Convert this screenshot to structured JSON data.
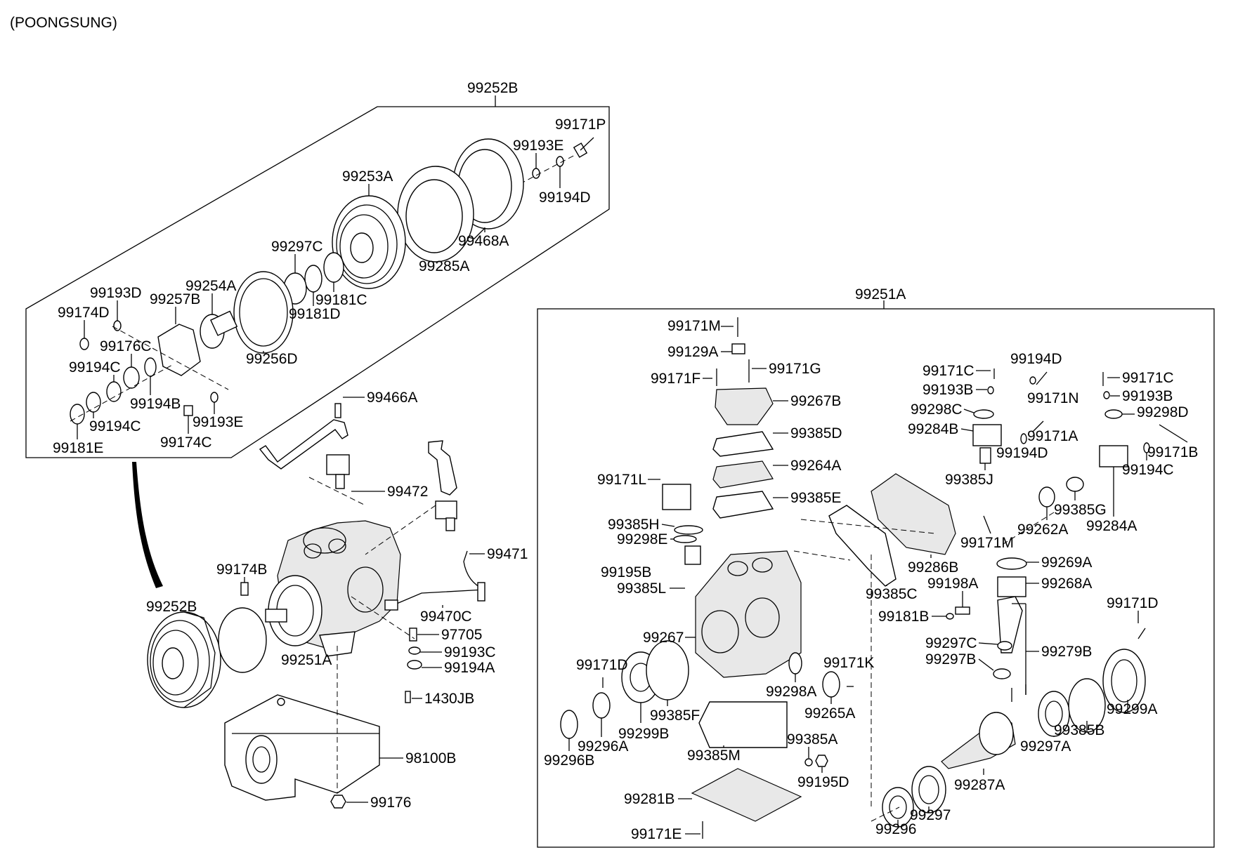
{
  "header": {
    "title": "(POONGSUNG)"
  },
  "assemblies": {
    "clutch_assy": "99252B",
    "compressor_assy": "99251A"
  },
  "labels": {
    "p99171P": "99171P",
    "p99193E_top": "99193E",
    "p99194D_top": "99194D",
    "p99253A": "99253A",
    "p99468A": "99468A",
    "p99285A": "99285A",
    "p99297C": "99297C",
    "p99181C": "99181C",
    "p99181D": "99181D",
    "p99254A": "99254A",
    "p99193D": "99193D",
    "p99257B": "99257B",
    "p99174D": "99174D",
    "p99256D": "99256D",
    "p99176C": "99176C",
    "p99194C_a": "99194C",
    "p99194B": "99194B",
    "p99193E_bot": "99193E",
    "p99194C_b": "99194C",
    "p99174C": "99174C",
    "p99181E": "99181E",
    "p99466A": "99466A",
    "p99472": "99472",
    "p99471": "99471",
    "p99174B": "99174B",
    "p99252B_bot": "99252B",
    "p99470C": "99470C",
    "p97705": "97705",
    "p99193C": "99193C",
    "p99194A": "99194A",
    "p99251A_bot": "99251A",
    "p1430JB": "1430JB",
    "p98100B": "98100B",
    "p99176": "99176",
    "p99171M_top": "99171M",
    "p99129A": "99129A",
    "p99171G": "99171G",
    "p99171F": "99171F",
    "p99267B": "99267B",
    "p99385D": "99385D",
    "p99264A": "99264A",
    "p99385E": "99385E",
    "p99171L": "99171L",
    "p99385H": "99385H",
    "p99298E": "99298E",
    "p99195B": "99195B",
    "p99385L": "99385L",
    "p99267": "99267",
    "p99171D_left": "99171D",
    "p99299B": "99299B",
    "p99385F": "99385F",
    "p99296A": "99296A",
    "p99296B": "99296B",
    "p99385M": "99385M",
    "p99385A": "99385A",
    "p99195D": "99195D",
    "p99281B": "99281B",
    "p99171E": "99171E",
    "p99298A": "99298A",
    "p99171K": "99171K",
    "p99265A": "99265A",
    "p99385C": "99385C",
    "p99286B": "99286B",
    "p99171M_mid": "99171M",
    "p99262A": "99262A",
    "p99385G": "99385G",
    "p99284A": "99284A",
    "p99171C_a": "99171C",
    "p99194D_r": "99194D",
    "p99193B_a": "99193B",
    "p99171N": "99171N",
    "p99298C": "99298C",
    "p99284B": "99284B",
    "p99171A": "99171A",
    "p99194D_r2": "99194D",
    "p99385J": "99385J",
    "p99171C_b": "99171C",
    "p99193B_b": "99193B",
    "p99298D": "99298D",
    "p99171B": "99171B",
    "p99194C_r": "99194C",
    "p99269A": "99269A",
    "p99198A": "99198A",
    "p99268A": "99268A",
    "p99181B": "99181B",
    "p99171D_right": "99171D",
    "p99297C_r": "99297C",
    "p99297B": "99297B",
    "p99279B": "99279B",
    "p99299A": "99299A",
    "p99385B": "99385B",
    "p99297A": "99297A",
    "p99287A": "99287A",
    "p99297": "99297",
    "p99296": "99296"
  }
}
